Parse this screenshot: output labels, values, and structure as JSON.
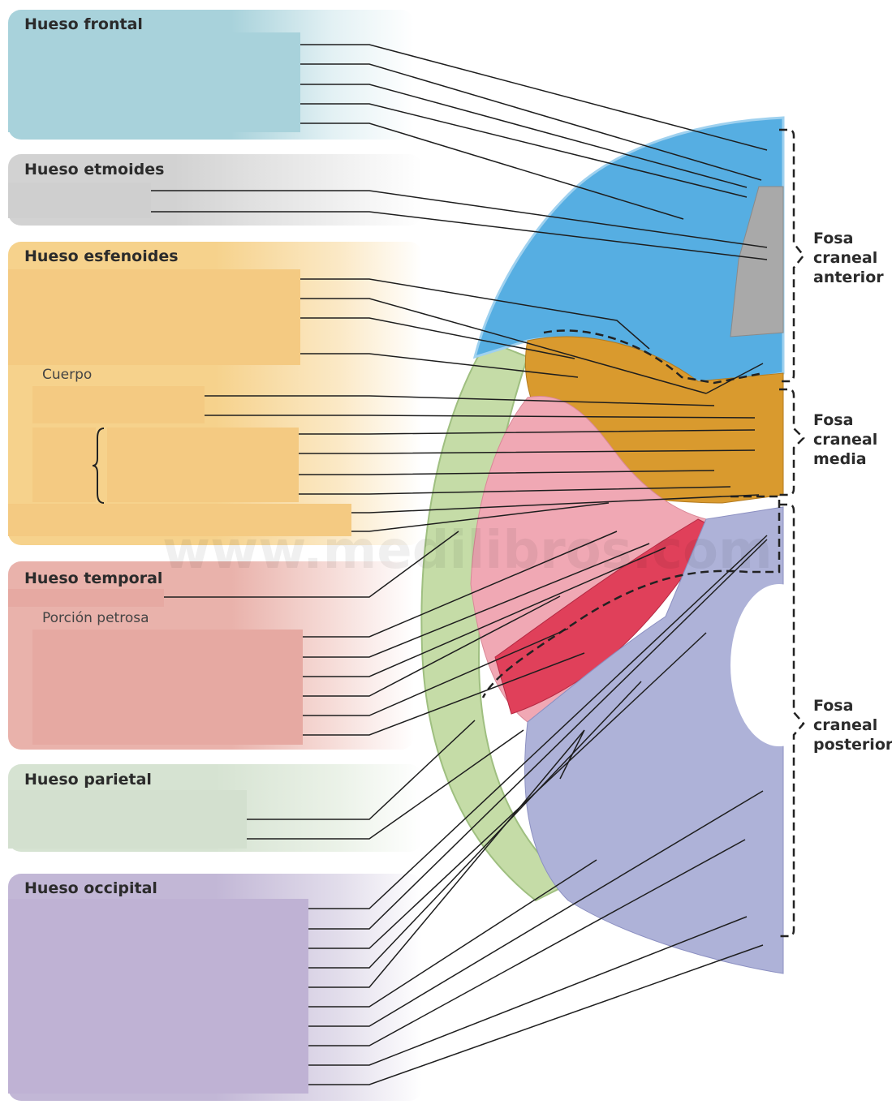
{
  "groups": {
    "frontal": {
      "title": "Hueso frontal",
      "color": "#a8d2db"
    },
    "etmoides": {
      "title": "Hueso etmoides",
      "color": "#d2d2d2"
    },
    "esfenoides": {
      "title": "Hueso esfenoides",
      "color": "#f6d28c",
      "sub_cuerpo": "Cuerpo"
    },
    "temporal": {
      "title": "Hueso temporal",
      "color": "#e9b2ab",
      "sub_petrosa": "Porción petrosa"
    },
    "parietal": {
      "title": "Hueso parietal",
      "color": "#d6e3d2"
    },
    "occipital": {
      "title": "Hueso occipital",
      "color": "#c2b7d6"
    }
  },
  "fossae": {
    "anterior": {
      "l1": "Fosa",
      "l2": "craneal",
      "l3": "anterior"
    },
    "media": {
      "l1": "Fosa",
      "l2": "craneal",
      "l3": "media"
    },
    "posterior": {
      "l1": "Fosa",
      "l2": "craneal",
      "l3": "posterior"
    }
  },
  "watermark": "www.medilibros.com",
  "bone_colors": {
    "frontal": "#56aee2",
    "ethmoid": "#a9a9a9",
    "sphenoid": "#d99a2e",
    "temporal": "#f0a8b4",
    "petrous": "#e0405a",
    "parietal": "#c5dca7",
    "occipital": "#aeb2d8"
  }
}
